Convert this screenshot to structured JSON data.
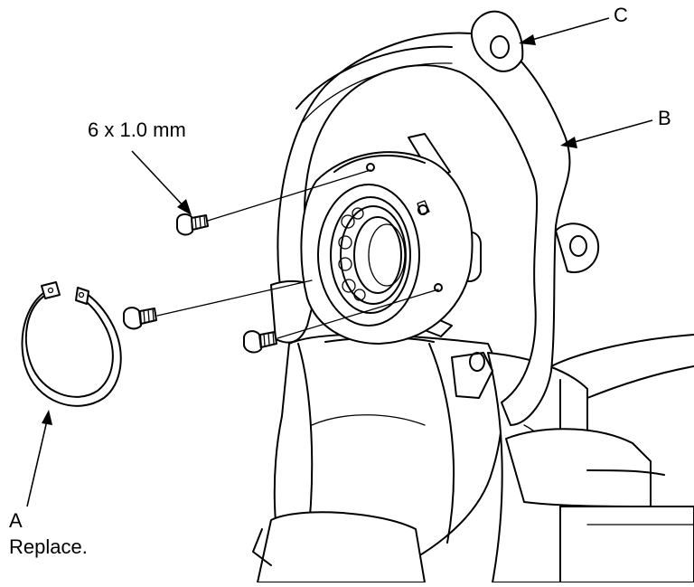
{
  "callouts": {
    "c": "C",
    "b": "B",
    "bolt_spec": "6 x 1.0 mm",
    "a": "A",
    "a_note": "Replace."
  }
}
